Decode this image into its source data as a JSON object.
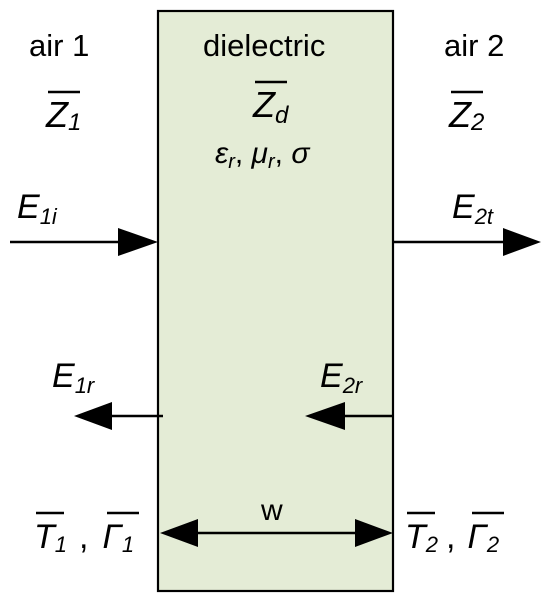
{
  "colors": {
    "slab_fill": "#e4ecd6",
    "stroke": "#000000",
    "background": "#ffffff"
  },
  "regions": {
    "left": {
      "name": "air 1",
      "impedance": "Z",
      "impedance_sub": "1"
    },
    "middle": {
      "name": "dielectric",
      "impedance": "Z",
      "impedance_sub": "d",
      "params": {
        "eps": "ε",
        "eps_sub": "r",
        "mu": "μ",
        "mu_sub": "r",
        "sigma": "σ",
        "sep": ", "
      }
    },
    "right": {
      "name": "air 2",
      "impedance": "Z",
      "impedance_sub": "2"
    }
  },
  "fields": {
    "e1i": {
      "main": "E",
      "sub": "1i"
    },
    "e2t": {
      "main": "E",
      "sub": "2t"
    },
    "e1r": {
      "main": "E",
      "sub": "1r"
    },
    "e2r": {
      "main": "E",
      "sub": "2r"
    }
  },
  "coefficients": {
    "left": {
      "t": "T",
      "t_sub": "1",
      "comma": ",",
      "g": "Γ",
      "g_sub": "1"
    },
    "right": {
      "t": "T",
      "t_sub": "2",
      "comma": ",",
      "g": "Γ",
      "g_sub": "2"
    }
  },
  "width_label": "w"
}
